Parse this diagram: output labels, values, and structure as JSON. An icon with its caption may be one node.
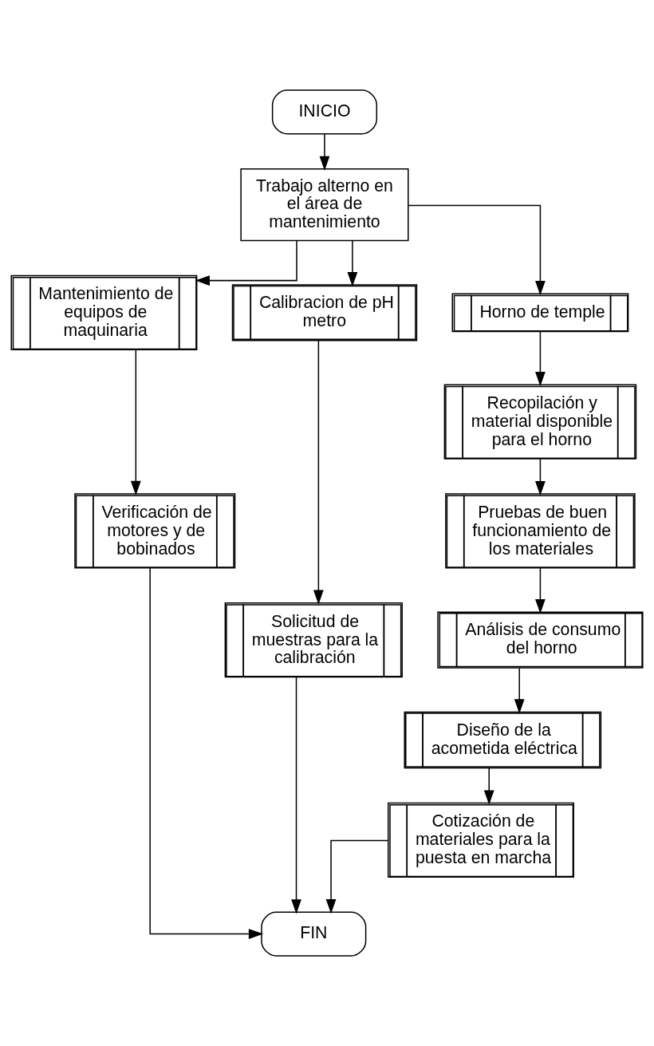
{
  "diagram": {
    "nodes": [
      {
        "text": [
          "INICIO"
        ]
      },
      {
        "text": [
          "Trabajo alterno en el área de mantenimiento"
        ]
      },
      {
        "text": [
          "Mantenimiento de equipos de maquinaria"
        ]
      },
      {
        "text": [
          "Calibracion de pH metro"
        ]
      },
      {
        "text": [
          "Horno de temple"
        ]
      },
      {
        "text": [
          "Verificación de motores y de bobinados"
        ]
      },
      {
        "text": [
          "Solicitud de muestras para la calibración"
        ]
      },
      {
        "text": [
          "Recopilación y material disponible para el horno"
        ]
      },
      {
        "text": [
          "Pruebas de buen funcionamiento de los materiales"
        ]
      },
      {
        "text": [
          "Análisis de consumo del horno"
        ]
      },
      {
        "text": [
          "Diseño de la acometida eléctrica"
        ]
      },
      {
        "text": [
          "Cotización de materiales para la puesta en marcha"
        ]
      },
      {
        "text": [
          "FIN"
        ]
      }
    ],
    "edges": [
      {
        "from": 0,
        "to": 1,
        "arrow": "to"
      },
      {
        "from": 1,
        "to": 2,
        "arrow": "to"
      },
      {
        "from": 1,
        "to": 3,
        "arrow": "to"
      },
      {
        "from": 1,
        "to": 4,
        "arrow": "to"
      },
      {
        "from": 2,
        "to": 5,
        "arrow": "to"
      },
      {
        "from": 3,
        "to": 6,
        "arrow": "to"
      },
      {
        "from": 4,
        "to": 7,
        "arrow": "to"
      },
      {
        "from": 7,
        "to": 8,
        "arrow": "to"
      },
      {
        "from": 8,
        "to": 9,
        "arrow": "to"
      },
      {
        "from": 9,
        "to": 10,
        "arrow": "to"
      },
      {
        "from": 10,
        "to": 11,
        "arrow": "to"
      },
      {
        "from": 5,
        "to": 12,
        "arrow": "to"
      },
      {
        "from": 6,
        "to": 12,
        "arrow": "to"
      },
      {
        "from": 11,
        "to": 12,
        "arrow": "to"
      }
    ]
  }
}
